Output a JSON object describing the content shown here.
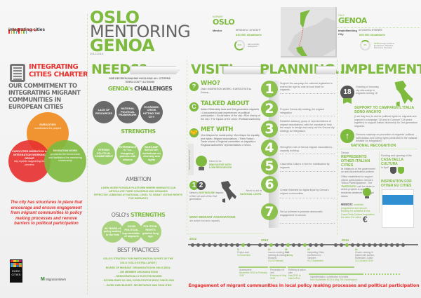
{
  "header": {
    "logo_text": "integrating cities",
    "logo_sub": "ImpleMentoring",
    "title_line1": "OSLO",
    "title_line2": "MENTORING",
    "title_line3": "GENOA",
    "years": "2012-2014"
  },
  "oslo": {
    "country": "NORWAY",
    "name": "OSLO",
    "role": "Mentor",
    "coords": "59°54'40\"N / 10°45'10\"E",
    "population": "630 000 inhabitants",
    "migrant_pct": "30%",
    "migrant_label": "with a minority background"
  },
  "genoa": {
    "country": "ITALY",
    "name": "GENOA",
    "role": "ImpleMentling City",
    "coords": "44°24'40\"N / 8°55'58\"E",
    "population": "605 000 inhabitants",
    "migrant_pct": "9%",
    "migrant_label": "Foreign residents",
    "migrant_count": "54 501",
    "migrant_origin": "Ecuadorians, Albanians, Moroccans, Peruvians"
  },
  "charter": {
    "title_line1": "INTEGRATING",
    "title_line2": "CITIES CHARTER",
    "subtitle": "OUR COMMITMENT TO INTEGRATING MIGRANT COMMUNITIES IN EUROPEAN CITIES",
    "venn": [
      {
        "title": "EUROCITIES",
        "text": "coordinates the project",
        "color": "#f08a1d"
      },
      {
        "title": "EUROCITIES MIGRATION & INTEGRATION WORKING GROUP",
        "text": "city experts supporting the process",
        "color": "#e8312f"
      },
      {
        "title": "MIGRATION WORK",
        "text": "produces the benchmark and facilitates the mentoring relationship",
        "color": "#7dba3e"
      }
    ],
    "quote": "The city has structures in place that encourage and ensure engagement from migrant communities in policy making processes and remove barriers to political participation",
    "logo_eurocities_1": "EURO",
    "logo_eurocities_2": "CITIES",
    "logo_migrationwork": "MigrationWork"
  },
  "needs": {
    "title": "NEEDS?",
    "intro_1": "FAIR DECISION MAKING INVOLVING ALL CITIZENS",
    "intro_2": "\"ZERO-COST\" ACTIONS!",
    "challenges_title_a": "GENOA's",
    "challenges_title_b": "CHALLENGES",
    "challenges": [
      "LACK OF RESOURCES",
      "NATIONAL POLITICAL FRAMEWORK",
      "ECONOMIC CRISIS HITTING THE CITY"
    ],
    "strengths_title": "STRENGTHS",
    "strengths": [
      "STRONG POLITICAL COMMITMENT",
      "EXPERIENCE in \"co-designing\" policies with citizens",
      "BARCAMP INITIATIVE: workshops on diversity and rights"
    ],
    "ambition_title": "AMBITION",
    "ambition_1": "A NEW, MORE FLEXIBLE PLATFORM WHERE MIGRANTS CAN ARTICULATE THEIR CONCERNS AND DEMANDS",
    "ambition_2": "EFFECTIVE LOBBYING AT NATIONAL LEVEL TO GRANT VOTING RIGHTS FOR MIGRANTS",
    "oslo_strengths_a": "OSLO's",
    "oslo_strengths_b": "STRENGTHS",
    "oslo_strengths": [
      "40 YEARS of policy making in the field",
      "GOOD POLITICAL representation of migrants",
      "POLITICAL RIGHTS granted long ago"
    ],
    "best_practices_title": "BEST PRACTICES",
    "best_practices": [
      "OSLO'S STRATEGY FOR PARTICIPATION IS PART OF THE",
      "OXLO ('OSLO EXTRA LARGE')",
      "BOARD OF MIGRANT ORGANISATION IN OSLO (BIO):",
      "- 300 MEMBER ORGANISATIONS",
      "- DEMOCRATICALLY ELECTED BOARD",
      "- ESTABLISHED IN 1985, CONSULTATIVE BODY SINCE 2000",
      "- GIVEN OWN BUDGET, SECRETARIAT AND FACILITIES"
    ]
  },
  "visit": {
    "title": "VISIT!",
    "items": [
      {
        "title": "WHO?",
        "text": "Oslo • MIGRATION WORK • EUROCITIES to Genoa..."
      },
      {
        "title": "TALKED ABOUT",
        "text": "Italian Citizenship laws and 2nd generation migrants • Unsuccessful past experiences on political participation • Social fabric of the city • Rich history of the city • The impact of the crisis • Political leadership"
      },
      {
        "title": "MET WITH",
        "text": "Vice-Mayors for social policy, Vice-Mayor for equality and rights • Migrant Associations • Think Tanks • Trade unions • Regional committee on migration • Regional authorities' representatives • NGOs"
      }
    ],
    "discovered": "DISCOVERED THAT",
    "innovative_pre": "Need to be",
    "innovative": "INNOVATIVE WITH LOW RESOURCES",
    "distinguish_pre": "Need to",
    "distinguish": "DISTINGUISH",
    "distinguish_post": "issues of the 1st and of the 2nd generation",
    "national_pre": "Need to act at",
    "national": "NATIONAL LEVEL",
    "associations": "MANY MIGRANT ASSOCIATIONS",
    "associations_post": "are active but lack capacity"
  },
  "planning": {
    "title": "PLANNING...",
    "items": [
      {
        "num": "1",
        "text": "Support the campaign for national legislation to extend the right to vote at local level for migrants."
      },
      {
        "num": "2",
        "text": "Prepare Genoa city strategy for migrant integration"
      },
      {
        "num": "3",
        "text": "Establish advisory group of representatives of migrant associations, with the mandate to help the mayor to design and carry out the Genoa city strategy for integration."
      },
      {
        "num": "4",
        "text": "Strengthen role of Genoa migrant associations - capacity building"
      },
      {
        "num": "5",
        "text": "Casa della Cultura: a hub for mobilisation by migrants"
      },
      {
        "num": "6",
        "text": "Create channels for digital input by Genoa's migrant communities"
      },
      {
        "num": "7",
        "text": "Set up scheme to promote democratic engagement in schools"
      }
    ]
  },
  "implementing": {
    "title": "IMPLEMENTING!",
    "badge": "18",
    "honorary": "Granting of honorary city citizenship to migrants turning 18",
    "campaign_title": "SUPPORT TO CAMPAIGN L'ITALIA SONO ANCH'IO",
    "campaign_text": "(I am Italy too) to ask for political rights for migrants and support to campaign \"18 anni in Comune\" (18 years together) to support Italian citizenship for 2nd generation migrants.",
    "roadmap": "Genoa's roadmap on promotion of migrants' political participation and voting rights presented to the national minister for integration=",
    "national_recognition": "NATIONAL RECOGNITION",
    "represents_pre": "Genoa",
    "represents": "REPRESENTS OTHER ITALIAN CITIES",
    "represents_post": "at initiatives of the government on anti-discrimination policies",
    "casa_pre": "Funding and opening of the",
    "casa": "CASA DELLA CULTURA",
    "casa_post": "in April",
    "office": "Office established to support citizen participation. Genoa's 'Ufficio Partecipazione'. The",
    "partecipo": "'PARTECIPO'",
    "office_post": "call for ideas to select projects is open all residents whatever their legal status",
    "inspiration": "INSPIRATION FOR OTHER EU CITIES",
    "needs_label": "NEEDS:",
    "needs_text": "establish programme and secure funding for activities in the Casa Della Cultura Inspiration for other EU cities.",
    "euro_symbol": "€"
  },
  "timeline": {
    "years": [
      "2012",
      "2013",
      "2014"
    ],
    "events": [
      {
        "num": "11",
        "text": "Project start",
        "date": "15 November"
      },
      {
        "num": "02",
        "text": "Launch meeting, first meeting & training in Brussels",
        "date": "13-16 February"
      },
      {
        "num": "05",
        "text": "Visit",
        "date": "2-6 May"
      },
      {
        "num": "09",
        "text": "Integrating Cities Conference in Tampere",
        "date": "9-10 September"
      },
      {
        "num": "03",
        "text": "Cluster meeting in Malmö with Aarhus, Rotterdam, Dublin",
        "date": "10-14 March 2014"
      }
    ],
    "phases": [
      {
        "label": "Assessment",
        "date": "November 2012 to February 2013"
      },
      {
        "label": "Preparation of visit",
        "date": "February to May 2013"
      },
      {
        "label": "Refining of action plan",
        "date": "May 2013 to March 2014"
      },
      {
        "label": "ImpleMentation: contribution to toolkits",
        "date": "from September 2013 to May 2014 and beyond"
      }
    ],
    "footer": "Engagement of migrant communities in local policy making processes and political participation"
  },
  "colors": {
    "green": "#7dba3e",
    "red": "#e8312f",
    "orange": "#f08a1d",
    "gray": "#6b6b6b"
  }
}
